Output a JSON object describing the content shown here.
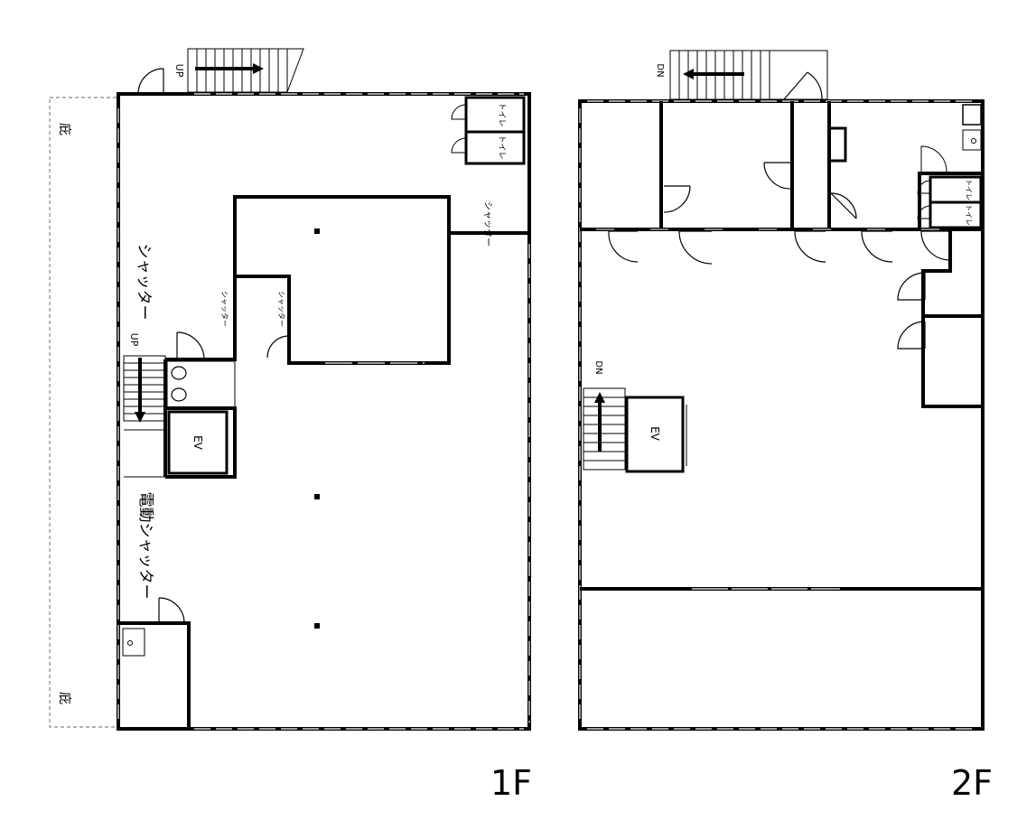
{
  "floor1": {
    "label": "1F",
    "courtyard_top": "庇",
    "courtyard_bottom": "庇",
    "stair_up": "UP",
    "stair_up_inner": "UP",
    "toilet_1": "トイレ",
    "toilet_2": "トイレ",
    "shutter_right": "シャッター",
    "shutter_big": "シャッター",
    "shutter_small_1": "シャッター",
    "shutter_small_2": "シャッター",
    "elevator": "EV",
    "electric_shutter": "電動シャッター"
  },
  "floor2": {
    "label": "2F",
    "stair_dn_top": "DN",
    "stair_dn_inner": "DN",
    "toilet_1": "トイレ",
    "toilet_2": "トイレ",
    "elevator": "EV"
  },
  "colors": {
    "wall": "#000000",
    "background": "#ffffff",
    "dashed": "#888888"
  }
}
